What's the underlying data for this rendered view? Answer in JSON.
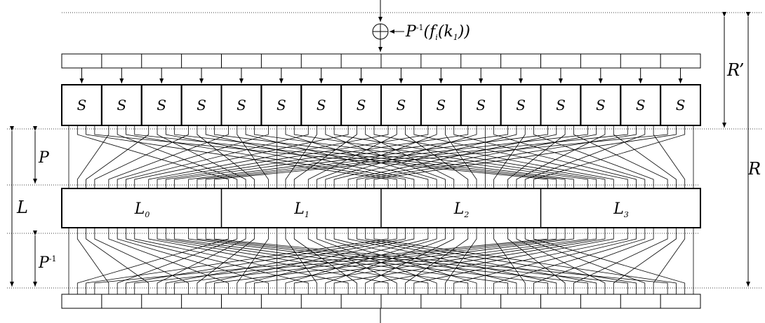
{
  "sboxes": [
    "S",
    "S",
    "S",
    "S",
    "S",
    "S",
    "S",
    "S",
    "S",
    "S",
    "S",
    "S",
    "S",
    "S",
    "S",
    "S"
  ],
  "linear_blocks": [
    {
      "base": "L",
      "sub": "0"
    },
    {
      "base": "L",
      "sub": "1"
    },
    {
      "base": "L",
      "sub": "2"
    },
    {
      "base": "L",
      "sub": "3"
    }
  ],
  "key_add": {
    "p": "P",
    "inv": "-1",
    "open": "(",
    "f": "f",
    "i": "i",
    "k": "k",
    "one": "1",
    "close": "))"
  },
  "dims": {
    "r_prime": "R’",
    "r": "R",
    "l": "L",
    "p": "P",
    "p_inv_base": "P",
    "p_inv_sup": "-1"
  }
}
